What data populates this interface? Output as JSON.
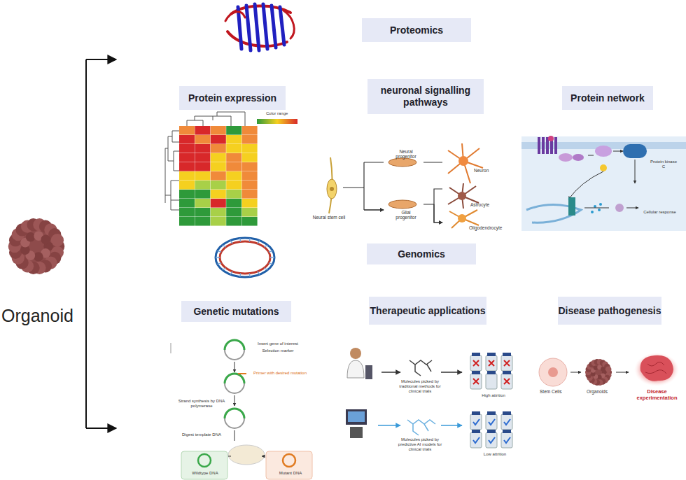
{
  "diagram": {
    "nodes": [
      {
        "text": [
          "Proteomics"
        ]
      },
      {
        "text": [
          "Protein expression"
        ]
      },
      {
        "text": [
          "neuronal signalling pathways"
        ]
      },
      {
        "text": [
          "Protein network"
        ]
      },
      {
        "text": [
          "Genomics"
        ]
      },
      {
        "text": [
          "Genetic mutations"
        ]
      },
      {
        "text": [
          "Therapeutic applications"
        ]
      },
      {
        "text": [
          "Disease pathogenesis"
        ]
      }
    ],
    "labels": [
      "Organoid",
      "Color range",
      "Neural stem cell",
      "Neural progenitor",
      "Neuron",
      "Glial progenitor",
      "Astrocyte",
      "Oligodendrocyte",
      "Protein kinase C",
      "Cellular response",
      "Insert gene of interest",
      "Selection marker",
      "Primer with desired mutation",
      "Strand synthesis by DNA polymerase",
      "Digest template DNA",
      "Wildtype DNA",
      "Mutant DNA",
      "Molecules picked by traditional methods for clinical trials",
      "High attrition",
      "Molecules picked by predictive AI models for clinical trials",
      "Low attrition",
      "Stem Cells",
      "Organoids",
      "Disease experimentation"
    ]
  }
}
